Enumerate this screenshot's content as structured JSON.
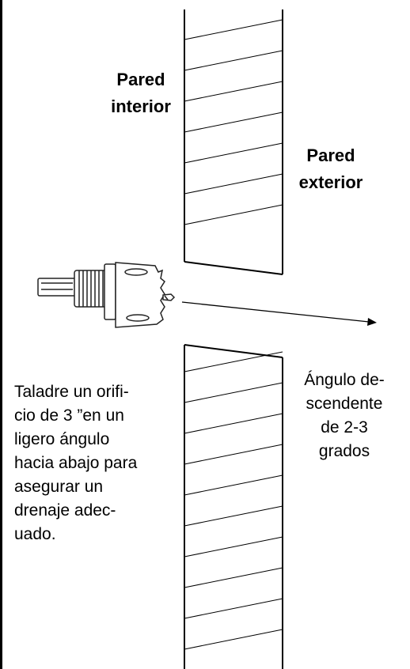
{
  "labels": {
    "inner_wall": [
      "Pared",
      "interior"
    ],
    "outer_wall": [
      "Pared",
      "exterior"
    ]
  },
  "annotations": {
    "angle": [
      "Ángulo de-",
      "scendente",
      "de 2-3",
      "grados"
    ],
    "instruction": [
      "Taladre un orifi-",
      "cio de 3 ”en un",
      "ligero ángulo",
      "hacia abajo para",
      "asegurar un",
      "drenaje adec-",
      "uado."
    ]
  },
  "icons": {
    "tool": "hole-saw-icon",
    "direction": "arrow-right-icon"
  },
  "colors": {
    "line": "#000000",
    "background": "#ffffff"
  }
}
